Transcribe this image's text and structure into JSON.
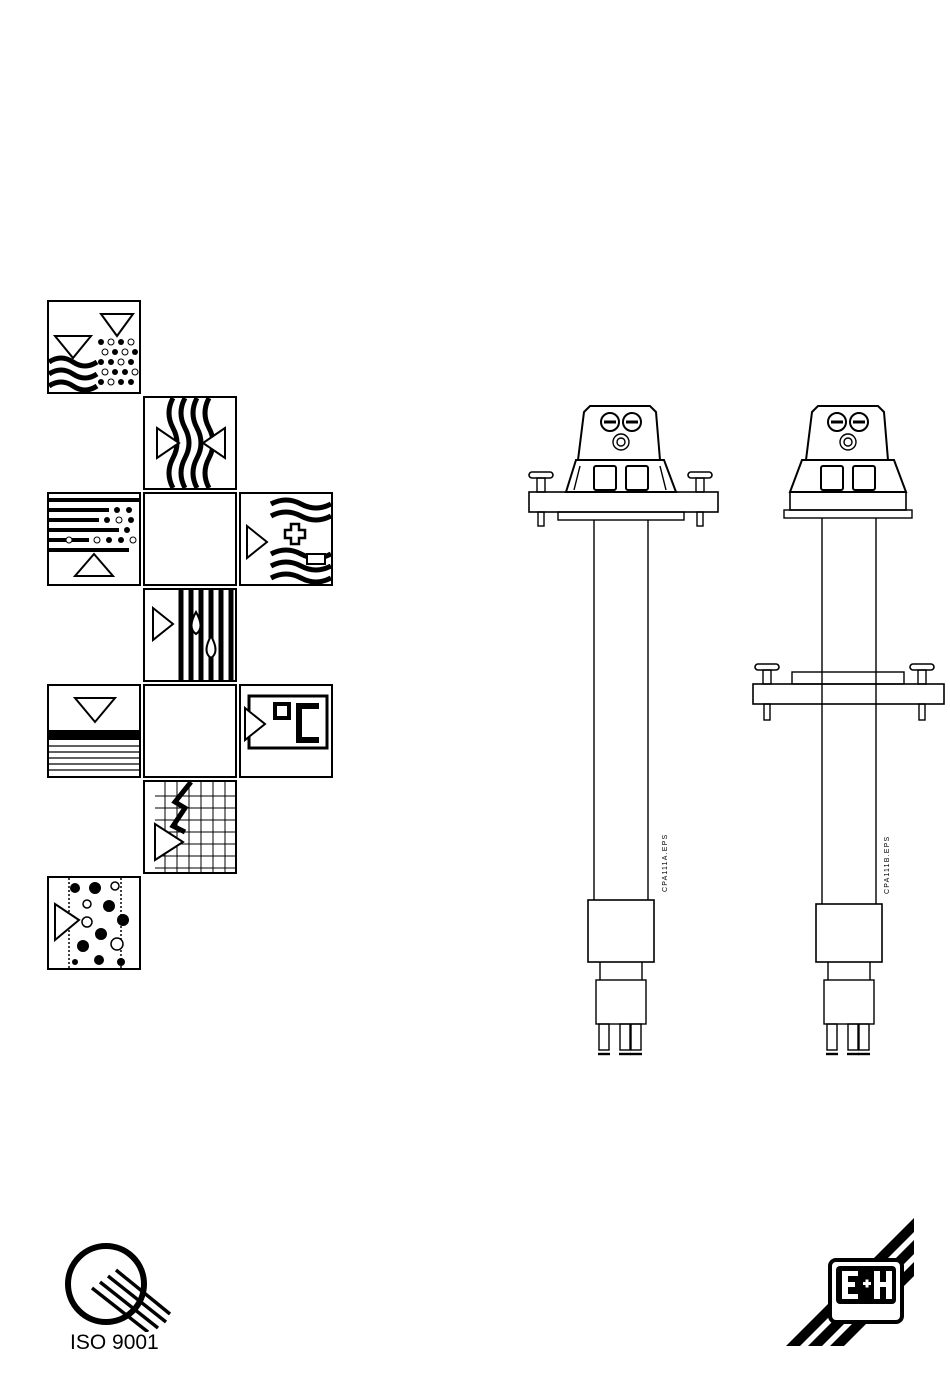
{
  "drawings": [
    {
      "label": "CPA111A.EPS",
      "variant": "short-flange"
    },
    {
      "label": "CPA111B.EPS",
      "variant": "mid-flange"
    }
  ],
  "footer": {
    "certification": "ISO 9001",
    "brand_logo": "E+H"
  },
  "icons": [
    "level-interface-icon",
    "flow-icon",
    "separation-icon",
    "analysis-ph-icon",
    "moisture-icon",
    "level-icon",
    "temperature-icon",
    "pressure-icon",
    "particle-icon"
  ]
}
